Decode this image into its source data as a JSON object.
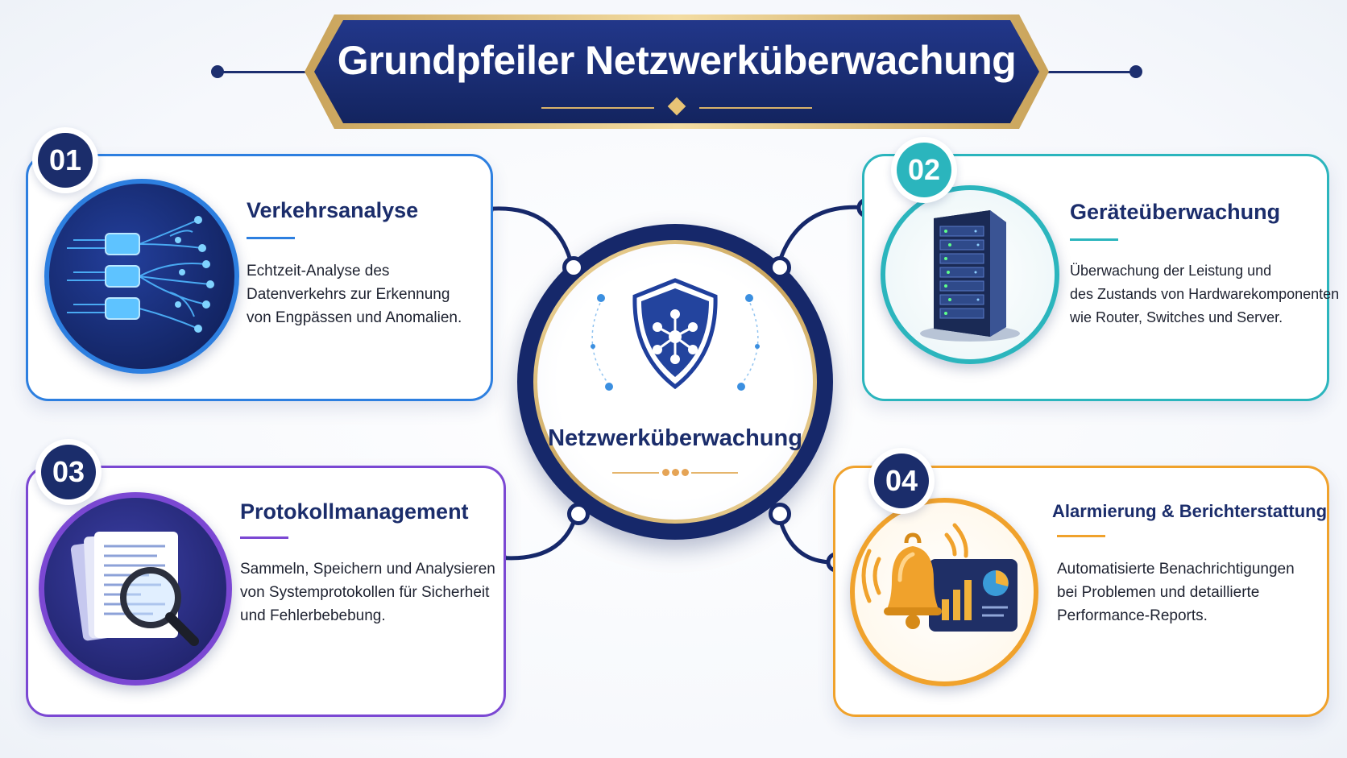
{
  "banner": {
    "title": "Grundpfeiler Netzwerküberwachung"
  },
  "hub": {
    "label": "Netzwerküberwachung",
    "icon": "shield-network-icon"
  },
  "pillars": [
    {
      "number": "01",
      "title": "Verkehrsanalyse",
      "description_lines": [
        "Echtzeit-Analyse des",
        "Datenverkehrs zur Erkennung",
        "von Engpässen und Anomalien."
      ],
      "icon": "traffic-flow-icon",
      "accent": "#2d7fe0"
    },
    {
      "number": "02",
      "title": "Geräteüberwachung",
      "description_lines": [
        "Überwachung der Leistung und",
        "des Zustands von Hardwarekomponenten",
        "wie Router, Switches und Server."
      ],
      "icon": "server-rack-icon",
      "accent": "#2bb5bd"
    },
    {
      "number": "03",
      "title": "Protokollmanagement",
      "description_lines": [
        "Sammeln, Speichern und Analysieren",
        "von Systemprotokollen für Sicherheit",
        "und Fehlerbebebung."
      ],
      "icon": "log-magnifier-icon",
      "accent": "#7b48d3"
    },
    {
      "number": "04",
      "title": "Alarmierung & Berichterstattung",
      "description_lines": [
        "Automatisierte Benachrichtigungen",
        "bei Problemen und detaillierte",
        "Performance-Reports."
      ],
      "icon": "alarm-bell-report-icon",
      "accent": "#f0a22c"
    }
  ],
  "colors": {
    "navy": "#1b2d6b",
    "gold": "#d9b36a"
  }
}
